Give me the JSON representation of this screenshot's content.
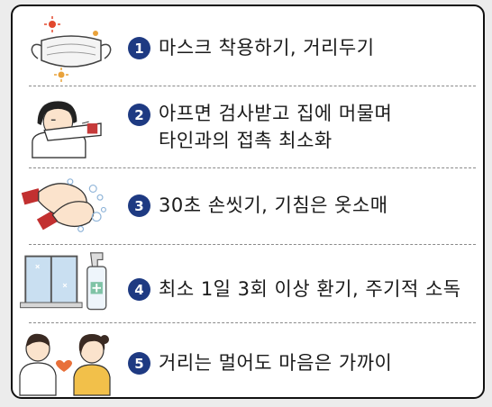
{
  "items": [
    {
      "number": "1",
      "icon": "mask-icon",
      "lines": [
        "마스크 착용하기, 거리두기"
      ]
    },
    {
      "number": "2",
      "icon": "cough-person-icon",
      "lines": [
        "아프면 검사받고 집에 머물며",
        "타인과의 접촉 최소화"
      ]
    },
    {
      "number": "3",
      "icon": "handwash-icon",
      "lines": [
        "30초 손씻기, 기침은 옷소매"
      ]
    },
    {
      "number": "4",
      "icon": "window-spray-icon",
      "lines": [
        "최소 1일 3회 이상 환기, 주기적 소독"
      ]
    },
    {
      "number": "5",
      "icon": "two-people-heart-icon",
      "lines": [
        "거리는 멀어도 마음은 가까이"
      ]
    }
  ],
  "colors": {
    "badge": "#1e3a82",
    "border": "#111111",
    "text": "#1a1a1a"
  }
}
